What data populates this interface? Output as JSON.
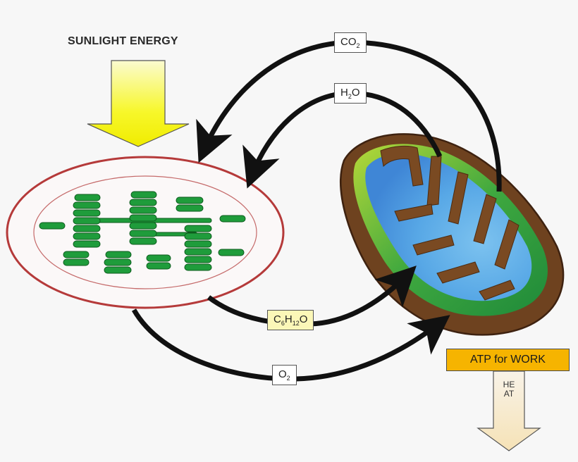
{
  "title": "SUNLIGHT ENERGY",
  "molecules": {
    "co2": {
      "base": "CO",
      "sub": "2",
      "tail": ""
    },
    "h2o": {
      "base": "H",
      "sub": "2",
      "tail": "O"
    },
    "glucose": {
      "p1": "C",
      "s1": "6",
      "p2": "H",
      "s2": "12",
      "p3": "O"
    },
    "o2": {
      "base": "O",
      "sub": "2",
      "tail": ""
    }
  },
  "atp_label": "ATP for WORK",
  "heat_label": "HEAT",
  "colors": {
    "sun_arrow": "#f4f400",
    "thylakoid": "#1f9c3b",
    "chloroplast_outline": "#b53a3a",
    "mito_outer": "#6b3f1e",
    "mito_matrix": "#2e8f3c",
    "mito_cristae": "#3d6fcf",
    "atp_box": "#f6b400",
    "heat_arrow": "#fbecc8"
  }
}
